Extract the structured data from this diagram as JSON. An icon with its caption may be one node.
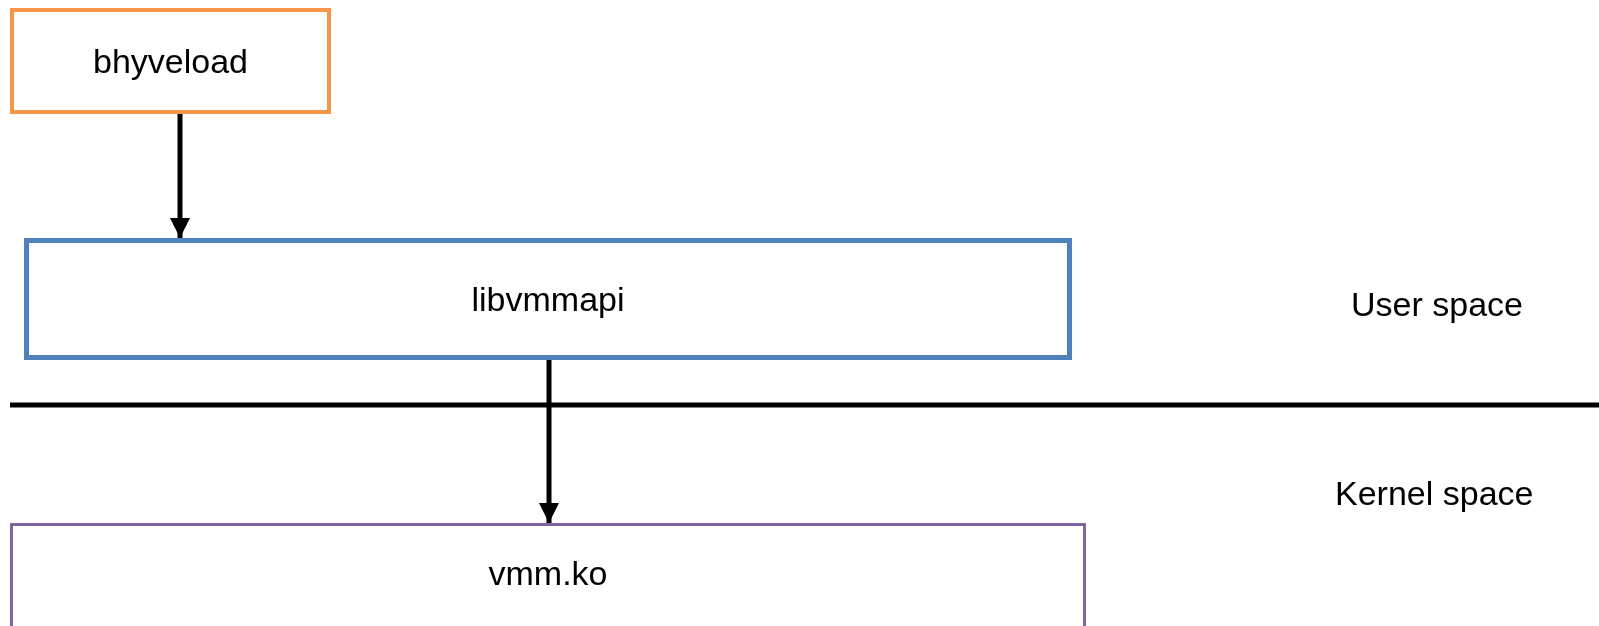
{
  "diagram": {
    "nodes": [
      {
        "text": [
          "bhyveload"
        ]
      },
      {
        "text": [
          "libvmmapi"
        ]
      },
      {
        "text": [
          "vmm.ko"
        ]
      }
    ],
    "edges": [
      {
        "from": 0,
        "to": 1,
        "arrow": "to"
      },
      {
        "from": 1,
        "to": 2,
        "arrow": "to"
      }
    ],
    "labels": [
      "User space",
      "Kernel space"
    ]
  }
}
